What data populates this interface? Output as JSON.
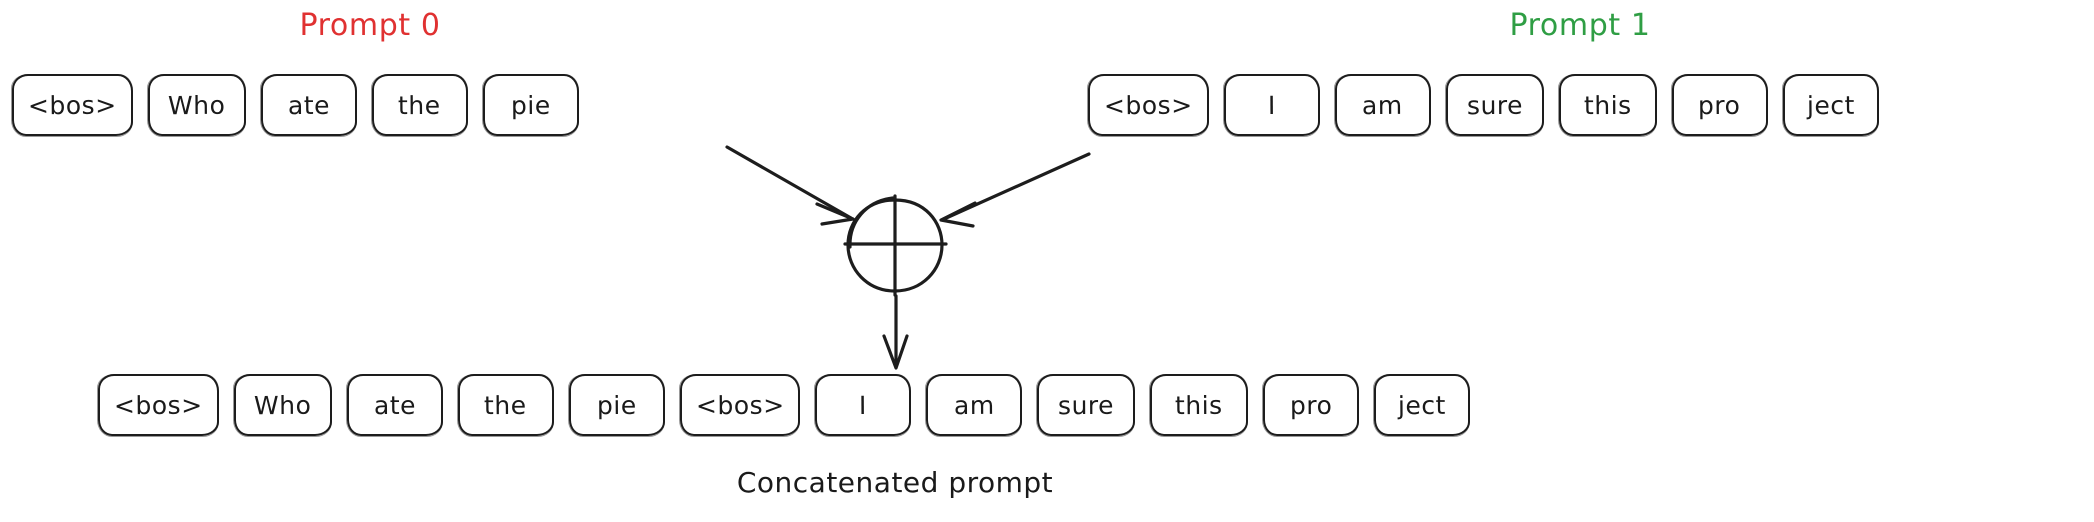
{
  "diagram": {
    "title": "Concatenated prompt",
    "caption": "Concatenated prompt",
    "background": "#ffffff",
    "stroke_color": "#1d1d1d"
  },
  "labels": {
    "prompt0": {
      "text": "Prompt 0",
      "color": "#e03131"
    },
    "prompt1": {
      "text": "Prompt 1",
      "color": "#2f9e44"
    }
  },
  "rows": {
    "prompt0": {
      "name": "Prompt 0",
      "tokens": [
        "<bos>",
        "Who",
        "ate",
        "the",
        "pie"
      ]
    },
    "prompt1": {
      "name": "Prompt 1",
      "tokens": [
        "<bos>",
        "I",
        "am",
        "sure",
        "this",
        "pro",
        "ject"
      ]
    },
    "concat": {
      "name": "Concatenated prompt",
      "tokens": [
        "<bos>",
        "Who",
        "ate",
        "the",
        "pie",
        "<bos>",
        "I",
        "am",
        "sure",
        "this",
        "pro",
        "ject"
      ]
    }
  },
  "operator": {
    "name": "circle-plus-operator",
    "symbol": "⊕",
    "meaning": "concatenate"
  },
  "arrows": [
    {
      "name": "arrow-prompt0-to-operator",
      "from": "prompt0",
      "to": "operator"
    },
    {
      "name": "arrow-prompt1-to-operator",
      "from": "prompt1",
      "to": "operator"
    },
    {
      "name": "arrow-operator-to-concat",
      "from": "operator",
      "to": "concat"
    }
  ]
}
